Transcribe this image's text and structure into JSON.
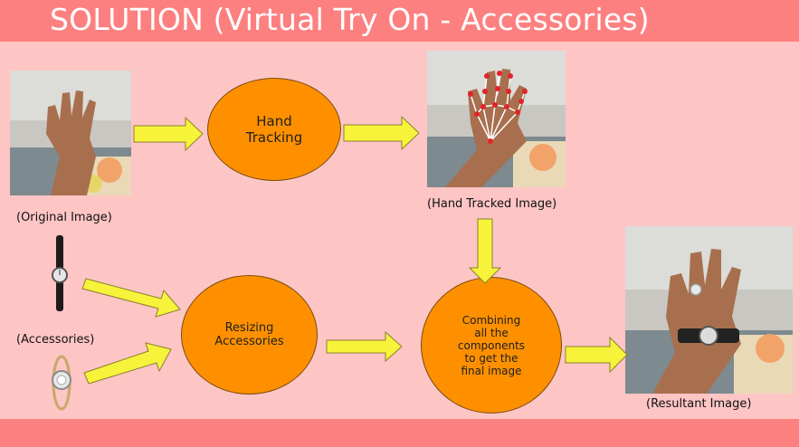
{
  "title": "SOLUTION (Virtual Try On - Accessories)",
  "captions": {
    "original": "(Original Image)",
    "tracked": "(Hand Tracked Image)",
    "accessories": "(Accessories)",
    "resultant": "(Resultant Image)"
  },
  "nodes": {
    "hand_tracking": "Hand\nTracking",
    "resizing": "Resizing\nAccessories",
    "combining": "Combining\nall the\ncomponents\nto get the\nfinal image"
  },
  "colors": {
    "background": "#fec5c5",
    "bars": "#fd8080",
    "node_fill": "#fe9000",
    "arrow_fill": "#f7f33a"
  }
}
